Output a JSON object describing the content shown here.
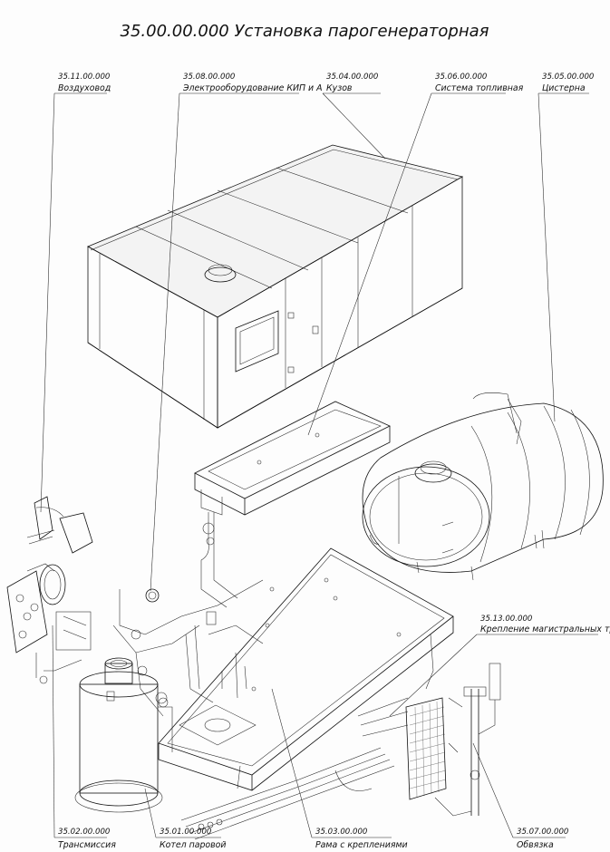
{
  "title": "35.00.00.000 Установка парогенераторная",
  "callouts": [
    {
      "id": "vozduhovod",
      "code": "35.11.00.000",
      "name": "Воздуховод"
    },
    {
      "id": "elektro",
      "code": "35.08.00.000",
      "name": "Электрооборудование КИП и А"
    },
    {
      "id": "kuzov",
      "code": "35.04.00.000",
      "name": "Кузов"
    },
    {
      "id": "toplivo",
      "code": "35.06.00.000",
      "name": "Система топливная"
    },
    {
      "id": "cisterna",
      "code": "35.05.00.000",
      "name": "Цистерна"
    },
    {
      "id": "kreplenie",
      "code": "35.13.00.000",
      "name": "Крепление магистральных труб"
    },
    {
      "id": "transmissiya",
      "code": "35.02.00.000",
      "name": "Трансмиссия"
    },
    {
      "id": "kotel",
      "code": "35.01.00.000",
      "name": "Котел паровой"
    },
    {
      "id": "rama",
      "code": "35.03.00.000",
      "name": "Рама с креплениями"
    },
    {
      "id": "obvyazka",
      "code": "35.07.00.000",
      "name": "Обвязка"
    }
  ],
  "colors": {
    "ink": "#111111",
    "paper": "#ffffff",
    "watermark": "#f1f1f1"
  }
}
